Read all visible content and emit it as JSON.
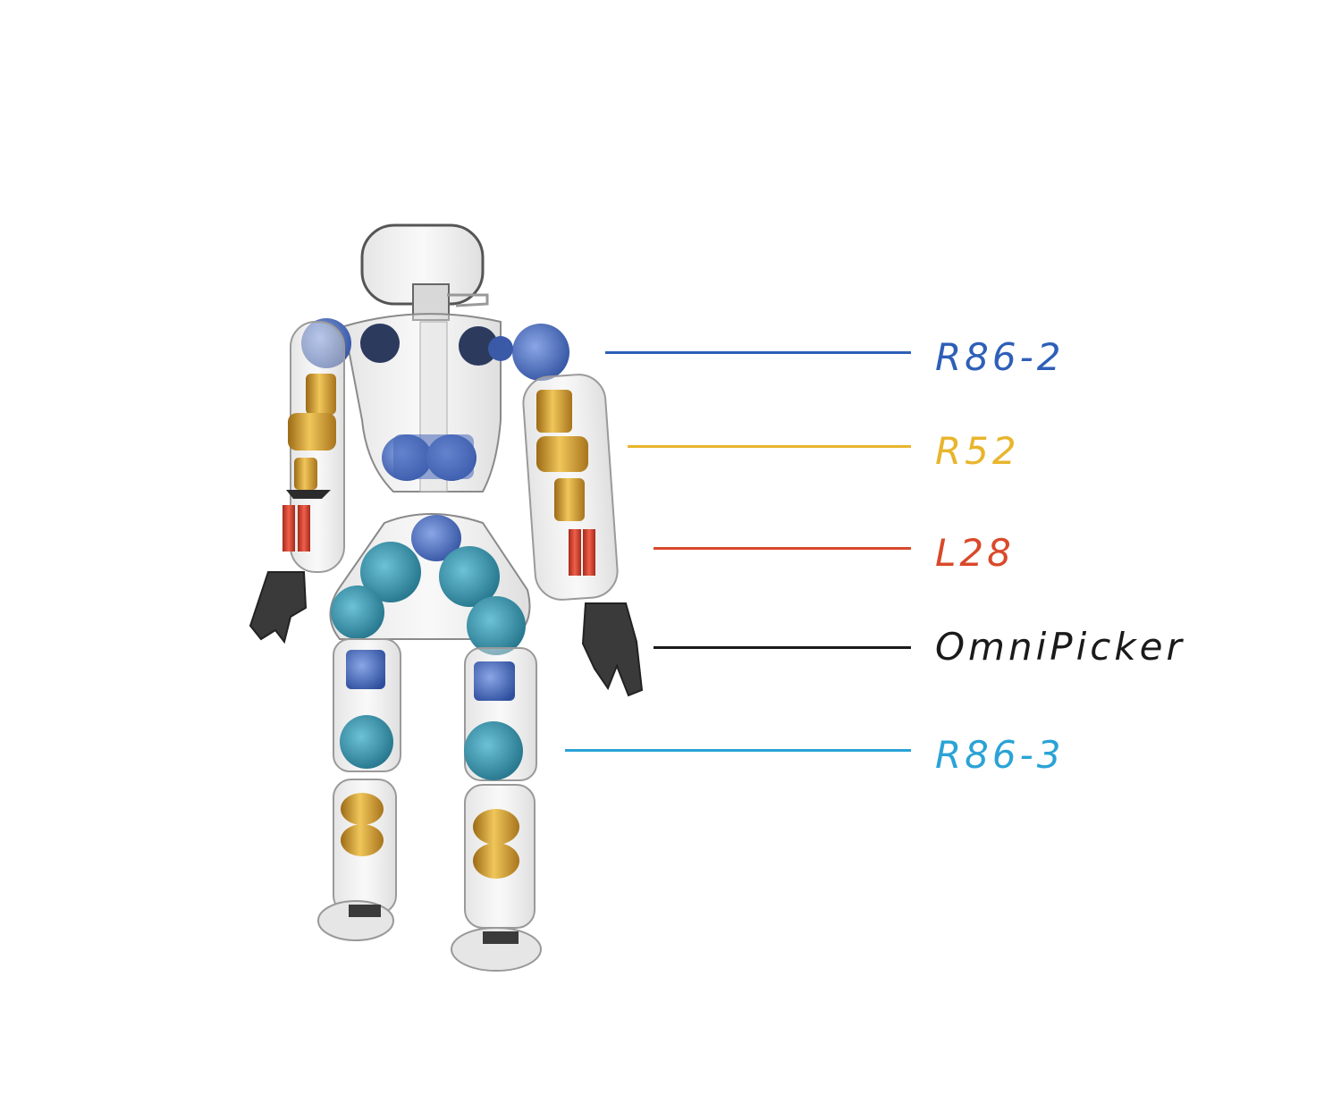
{
  "colors": {
    "r86_2": "#2e5fb8",
    "r52": "#e8b52c",
    "l28": "#d9492a",
    "omnipicker": "#1a1a1a",
    "r86_3": "#2aa3d6",
    "shell": "#d9d9d9",
    "shell_stroke": "#555555",
    "joint_blue": "#4a6fc4",
    "joint_teal": "#2b8fa8",
    "joint_gold": "#c9962a",
    "joint_red": "#d43c2c",
    "gripper": "#3a3a3a"
  },
  "components": [
    {
      "id": "r86_2",
      "label": "R86-2",
      "icon": "joint-actuator-large"
    },
    {
      "id": "r52",
      "label": "R52",
      "icon": "joint-actuator-medium"
    },
    {
      "id": "l28",
      "label": "L28",
      "icon": "linear-actuator"
    },
    {
      "id": "omnipicker",
      "label": "OmniPicker",
      "icon": "gripper"
    },
    {
      "id": "r86_3",
      "label": "R86-3",
      "icon": "joint-actuator-large"
    }
  ]
}
